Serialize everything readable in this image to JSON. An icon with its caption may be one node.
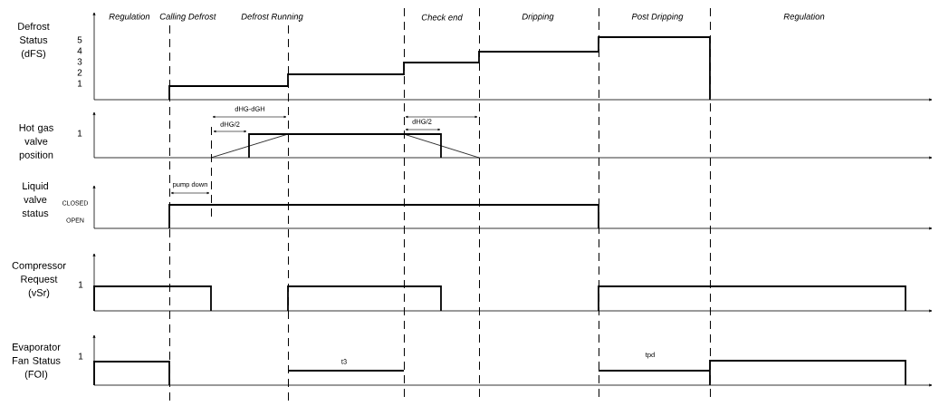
{
  "diagram": {
    "labels": [
      "Regulation",
      "Calling Defrost",
      "Defrost Running",
      "Check end",
      "Dripping",
      "Post Dripping",
      "Regulation",
      "Defrost Status (dFS)",
      "5",
      "4",
      "3",
      "2",
      "1",
      "dHG-dGH",
      "Hot gas valve position",
      "dHG/2",
      "dHG/2",
      "1",
      "Liquid valve status",
      "pump down",
      "CLOSED",
      "OPEN",
      "Compressor Request (vSr)",
      "1",
      "Evaporator Fan Status (FOI)",
      "1",
      "t3",
      "tpd"
    ]
  }
}
